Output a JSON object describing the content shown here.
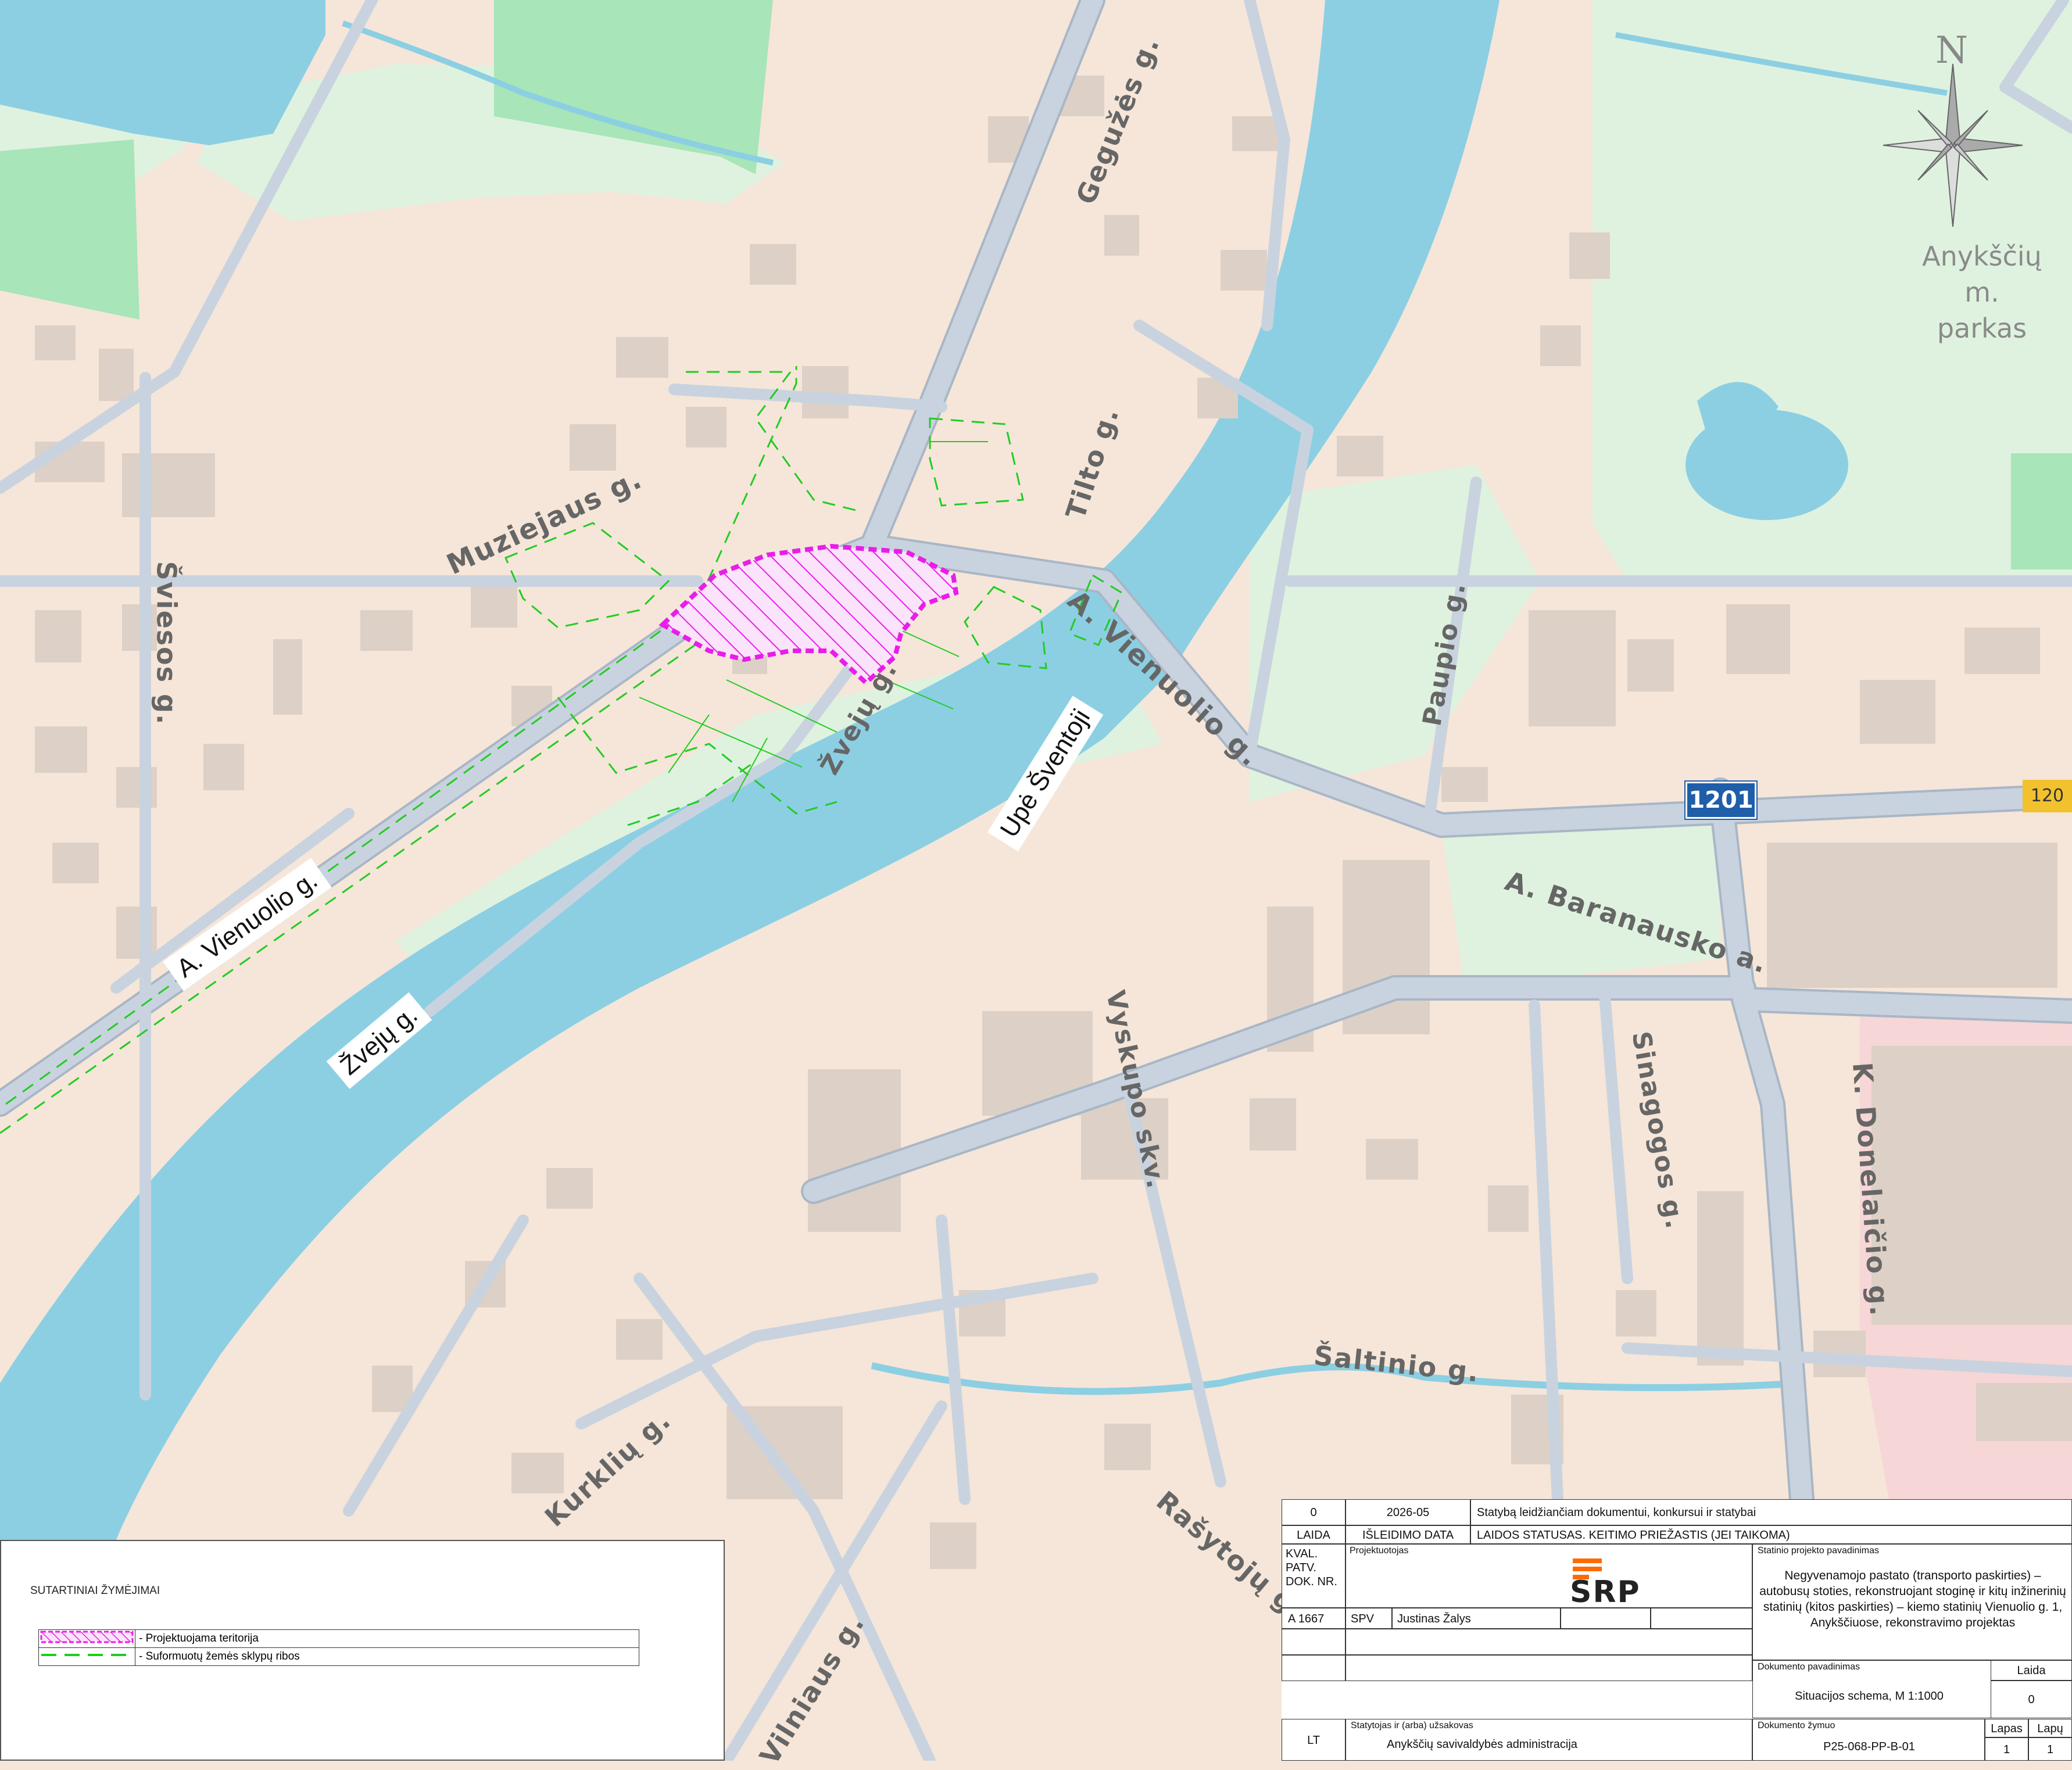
{
  "compass": {
    "letter": "N",
    "icon": "north-arrow-icon"
  },
  "park": {
    "line1": "Anykščių",
    "line2": "m.",
    "line3": "parkas"
  },
  "streets": {
    "geguzes": "Gegužės g.",
    "tilto": "Tilto g.",
    "muziejaus": "Muziejaus g.",
    "sviesos": "Šviesos g.",
    "vienuolio_east": "A. Vienuolio g.",
    "zveju_north": "Žvejų g.",
    "paupio": "Paupio g.",
    "baranausko": "A. Baranausko a.",
    "vyskupo": "Vyskupo skv.",
    "sinagogos": "Sinagogos g.",
    "donelaicio": "K. Donelaičio g.",
    "saltinio": "Šaltinio g.",
    "kurkliu": "Kurklių g.",
    "rasytoju": "Rašytojų g.",
    "vilniaus": "Vilniaus g."
  },
  "boxed_labels": {
    "river": "Upė Šventoji",
    "vienuolio_west": "A. Vienuolio g.",
    "zveju_south": "Žvejų g."
  },
  "shields": {
    "road_main": "1201",
    "road_secondary": "120"
  },
  "colors": {
    "background": "#f5e6d9",
    "water": "#8ccfe3",
    "park": "#dff2df",
    "forest": "#a8e5b8",
    "road": "#bcc8d6",
    "building": "#ddd0c6",
    "project_area": "#e81ee8",
    "parcel_boundary": "#22cc22",
    "hospital_zone": "#f6d6d6",
    "shield_blue": "#1f5ea8",
    "shield_yellow": "#f2c12e"
  },
  "legend": {
    "title": "SUTARTINIAI ŽYMĖJIMAI",
    "items": [
      {
        "symbol": "magenta-hatched-dashed",
        "label": "- Projektuojama teritorija"
      },
      {
        "symbol": "green-dashed-line",
        "label": "- Suformuotų žemės sklypų ribos"
      }
    ]
  },
  "title_block": {
    "revision": "0",
    "date": "2026-05",
    "status": "Statybą leidžiančiam dokumentui, konkursui ir statybai",
    "hdr_laida": "LAIDA",
    "hdr_date": "IŠLEIDIMO DATA",
    "hdr_status": "LAIDOS STATUSAS. KEITIMO PRIEŽASTIS (JEI TAIKOMA)",
    "kval_label": "KVAL. PATV. DOK. NR.",
    "designer_label": "Projektuotojas",
    "logo_text": "SRP",
    "project_name_label": "Statinio projekto pavadinimas",
    "project_name": "Negyvenamojo pastato (transporto paskirties) – autobusų stoties, rekonstruojant stoginę ir kitų inžinerinių statinių (kitos paskirties) – kiemo statinių Vienuolio g. 1, Anykščiuose, rekonstravimo projektas",
    "license_no": "A 1667",
    "role": "SPV",
    "person": "Justinas Žalys",
    "doc_name_label": "Dokumento pavadinimas",
    "doc_name": "Situacijos schema, M 1:1000",
    "laida_label": "Laida",
    "laida_value": "0",
    "client_label": "Statytojas ir (arba) užsakovas",
    "country": "LT",
    "client": "Anykščių savivaldybės administracija",
    "doc_code_label": "Dokumento žymuo",
    "doc_code": "P25-068-PP-B-01",
    "sheet_label": "Lapas",
    "sheets_label": "Lapų",
    "sheet": "1",
    "sheets": "1"
  }
}
